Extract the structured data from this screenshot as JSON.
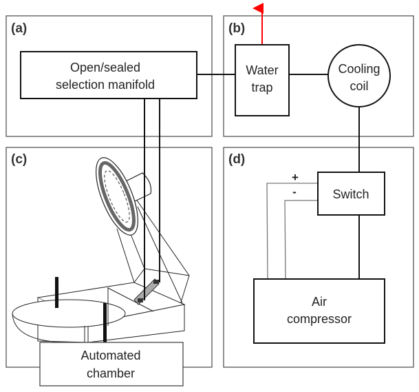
{
  "panels": {
    "a": {
      "label": "(a)"
    },
    "b": {
      "label": "(b)"
    },
    "c": {
      "label": "(c)"
    },
    "d": {
      "label": "(d)"
    }
  },
  "components": {
    "manifold": {
      "line1": "Open/sealed",
      "line2": "selection manifold"
    },
    "water_trap": {
      "line1": "Water",
      "line2": "trap"
    },
    "cooling_coil": {
      "line1": "Cooling",
      "line2": "coil"
    },
    "switch": {
      "label": "Switch"
    },
    "air_compressor": {
      "line1": "Air",
      "line2": "compressor"
    },
    "automated_chamber": {
      "line1": "Automated",
      "line2": "chamber"
    }
  },
  "terminals": {
    "positive": "+",
    "negative": "-"
  },
  "colors": {
    "exhaust_arrow": "#ff0000",
    "lid_ring": "#666666",
    "piston": "#aaaaaa"
  }
}
